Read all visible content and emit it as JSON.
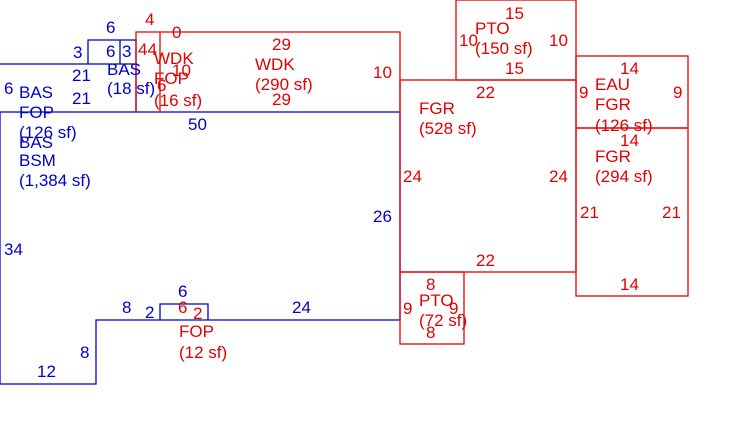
{
  "colors": {
    "red": "#e60000",
    "blue": "#0000cc",
    "background": "#ffffff"
  },
  "areas": {
    "bas_bsm": {
      "code1": "BAS",
      "code2": "BSM",
      "area": "(1,384 sf)"
    },
    "bas_fop": {
      "code1": "BAS",
      "code2": "FOP",
      "area": "(126 sf)"
    },
    "bas_small": {
      "code": "BAS",
      "area": "(18 sf)"
    },
    "wdk_main": {
      "code": "WDK",
      "area": "(290 sf)"
    },
    "wdk_fop": {
      "code1": "WDK",
      "code2": "FOP",
      "area": "(16 sf)"
    },
    "pto_top": {
      "code": "PTO",
      "area": "(150 sf)"
    },
    "fgr_main": {
      "code": "FGR",
      "area": "(528 sf)"
    },
    "eau_fgr": {
      "code1": "EAU",
      "code2": "FGR",
      "area": "(126 sf)"
    },
    "fgr_right": {
      "code": "FGR",
      "area": "(294 sf)"
    },
    "pto_bottom": {
      "code": "PTO",
      "area": "(72 sf)"
    },
    "fop_bottom": {
      "code": "FOP",
      "area": "(12 sf)"
    }
  },
  "dims_blue": {
    "top_6": "6",
    "left_3": "3",
    "inner_6": "6",
    "inner_3": "3",
    "left_21a": "21",
    "left_21b": "21",
    "left_6": "6",
    "mid_50": "50",
    "right_26": "26",
    "left_34": "34",
    "bot_8": "8",
    "bot_2": "2",
    "bot_6": "6",
    "bot_24": "24",
    "lower_8": "8",
    "bot_12": "12"
  },
  "dims_red": {
    "top_4": "4",
    "top_0": "0",
    "top_44": "44",
    "wdk_10": "10",
    "wdk_6": "6",
    "wdk_29_top": "29",
    "wdk_29_bot": "29",
    "wdk_10_right": "10",
    "pto_15_top": "15",
    "pto_10_left": "10",
    "pto_10_right": "10",
    "pto_15_bot": "15",
    "fgr_22_top": "22",
    "fgr_24_left": "24",
    "fgr_24_right": "24",
    "fgr_22_bot": "22",
    "eau_14_top": "14",
    "eau_9_left": "9",
    "eau_9_right": "9",
    "eau_14_bot": "14",
    "fgr_21_left": "21",
    "fgr_21_right": "21",
    "fgr_14_bot": "14",
    "pto_8_top": "8",
    "pto_9_left": "9",
    "pto_9_right": "9",
    "pto_8_bot": "8",
    "fop_6": "6",
    "fop_2": "2"
  }
}
